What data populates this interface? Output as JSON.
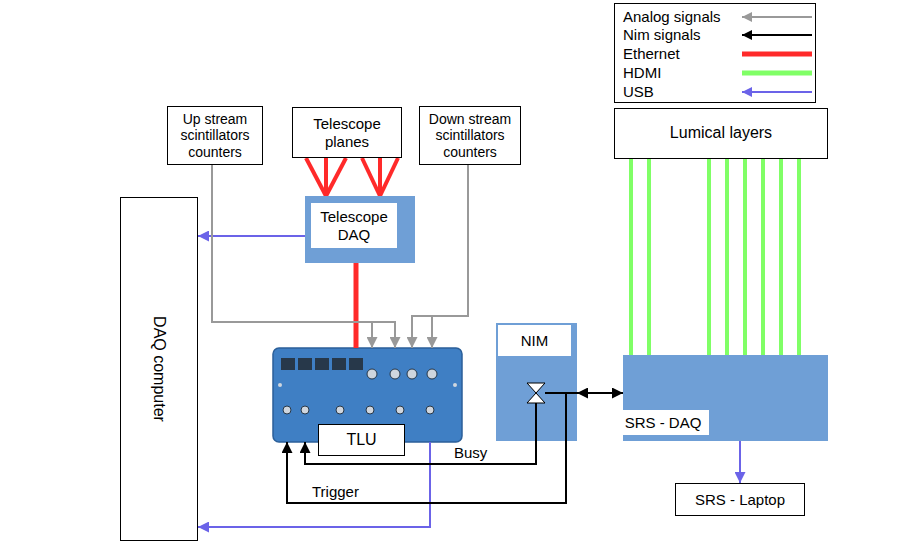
{
  "diagram": {
    "nodes": [
      {
        "text": [
          "Up stream scintillators counters"
        ]
      },
      {
        "text": [
          "Telescope planes"
        ]
      },
      {
        "text": [
          "Down stream scintillators counters"
        ]
      },
      {
        "text": [
          "Lumical layers"
        ]
      },
      {
        "text": [
          "DAQ computer"
        ]
      },
      {
        "text": [
          "Telescope DAQ"
        ]
      },
      {
        "text": [
          "TLU"
        ]
      },
      {
        "text": [
          "NIM"
        ]
      },
      {
        "text": [
          "SRS - DAQ"
        ]
      },
      {
        "text": [
          "SRS - Laptop"
        ]
      }
    ],
    "edges": [
      {
        "from": 1,
        "to": 5,
        "arrow": "none"
      },
      {
        "from": 5,
        "to": 4,
        "arrow": "to"
      },
      {
        "from": 5,
        "to": 6,
        "arrow": "none"
      },
      {
        "from": 0,
        "to": 6,
        "arrow": "to"
      },
      {
        "from": 2,
        "to": 6,
        "arrow": "to"
      },
      {
        "from": 6,
        "to": 4,
        "arrow": "to"
      },
      {
        "from": 3,
        "to": 8,
        "arrow": "none"
      },
      {
        "from": 8,
        "to": 9,
        "arrow": "to"
      },
      {
        "from": 7,
        "to": 8,
        "arrow": "both"
      },
      {
        "from": 7,
        "to": 6,
        "label": "Busy",
        "arrow": "to"
      },
      {
        "from": 7,
        "to": 6,
        "label": "Trigger",
        "arrow": "to"
      }
    ],
    "legend": [
      {
        "text": "Analog signals"
      },
      {
        "text": "Nim signals"
      },
      {
        "text": "Ethernet"
      },
      {
        "text": "HDMI"
      },
      {
        "text": "USB"
      }
    ]
  }
}
